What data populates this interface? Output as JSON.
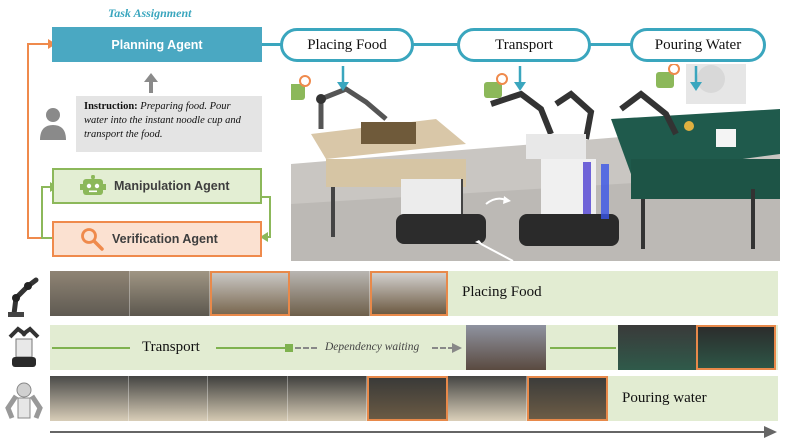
{
  "header": {
    "task_assignment": "Task Assignment"
  },
  "agents": {
    "planning": "Planning Agent",
    "manipulation": "Manipulation Agent",
    "verification": "Verification Agent"
  },
  "instruction": {
    "label": "Instruction:",
    "text": "Preparing food. Pour water into the instant noodle cup and transport the food."
  },
  "tasks": [
    "Placing Food",
    "Transport",
    "Pouring Water"
  ],
  "timeline": {
    "row1_label": "Placing Food",
    "row2_label": "Transport",
    "row2_waiting": "Dependency waiting",
    "row3_label": "Pouring water"
  },
  "colors": {
    "planning": "#4aa8c2",
    "manipulation": "#8cb85a",
    "verification": "#ef8a4c",
    "lane": "#e2ecd2",
    "highlight": "#e8894a"
  }
}
